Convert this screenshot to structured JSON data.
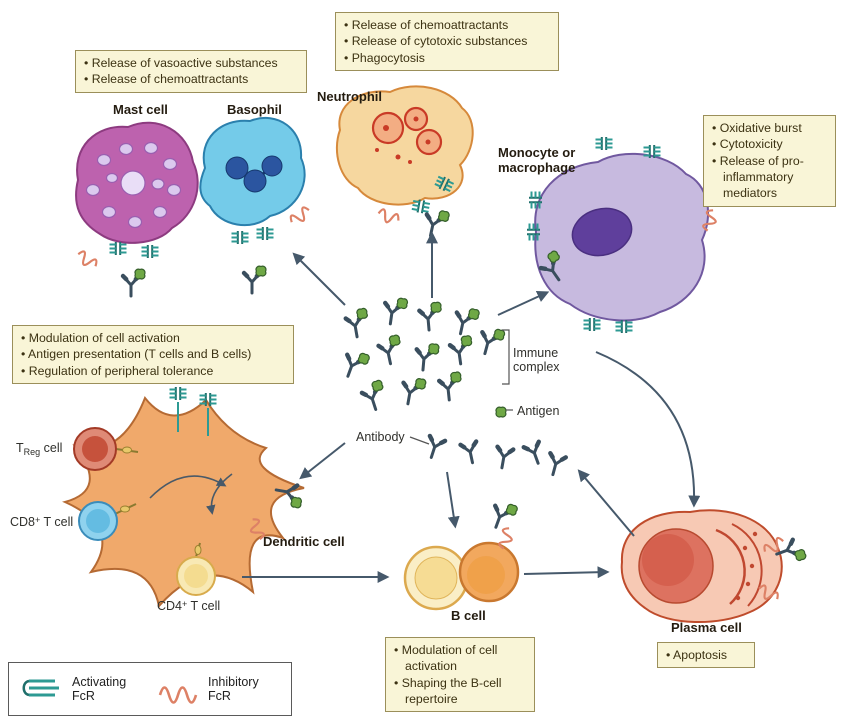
{
  "notes": {
    "mast_basophil": {
      "items": [
        "• Release of vasoactive substances",
        "• Release of chemoattractants"
      ]
    },
    "neutrophil": {
      "items": [
        "• Release of chemoattractants",
        "• Release of cytotoxic substances",
        "• Phagocytosis"
      ]
    },
    "monocyte": {
      "items": [
        "• Oxidative burst",
        "• Cytotoxicity",
        "• Release of pro-inflammatory mediators"
      ]
    },
    "dendritic": {
      "items": [
        "• Modulation of cell activation",
        "• Antigen presentation (T cells and B cells)",
        "• Regulation of peripheral tolerance"
      ]
    },
    "b_cell": {
      "items": [
        "• Modulation of cell activation",
        "• Shaping the B-cell repertoire"
      ]
    },
    "plasma": {
      "items": [
        "• Apoptosis"
      ]
    }
  },
  "cells": {
    "mast": "Mast cell",
    "basophil": "Basophil",
    "neutrophil": "Neutrophil",
    "monocyte": "Monocyte or macrophage",
    "dendritic": "Dendritic cell",
    "treg": {
      "pre": "T",
      "sub": "Reg",
      "post": " cell"
    },
    "cd8": {
      "pre": "CD8",
      "sup": "+",
      "post": " T cell"
    },
    "cd4": {
      "pre": "CD4",
      "sup": "+",
      "post": " T cell"
    },
    "b": "B cell",
    "plasma": "Plasma cell"
  },
  "center": {
    "immune_complex": "Immune complex",
    "antigen": "Antigen",
    "antibody": "Antibody"
  },
  "legend": {
    "activating": "Activating FcR",
    "inhibitory": "Inhibitory FcR"
  },
  "colors": {
    "activating_fcr": "#2d9a93",
    "inhibitory_fcr": "#dd8166",
    "antigen_green": "#6fa845",
    "antibody_dark": "#3a4e5e",
    "note_bg": "#f9f5d7",
    "arrow": "#46596b"
  }
}
